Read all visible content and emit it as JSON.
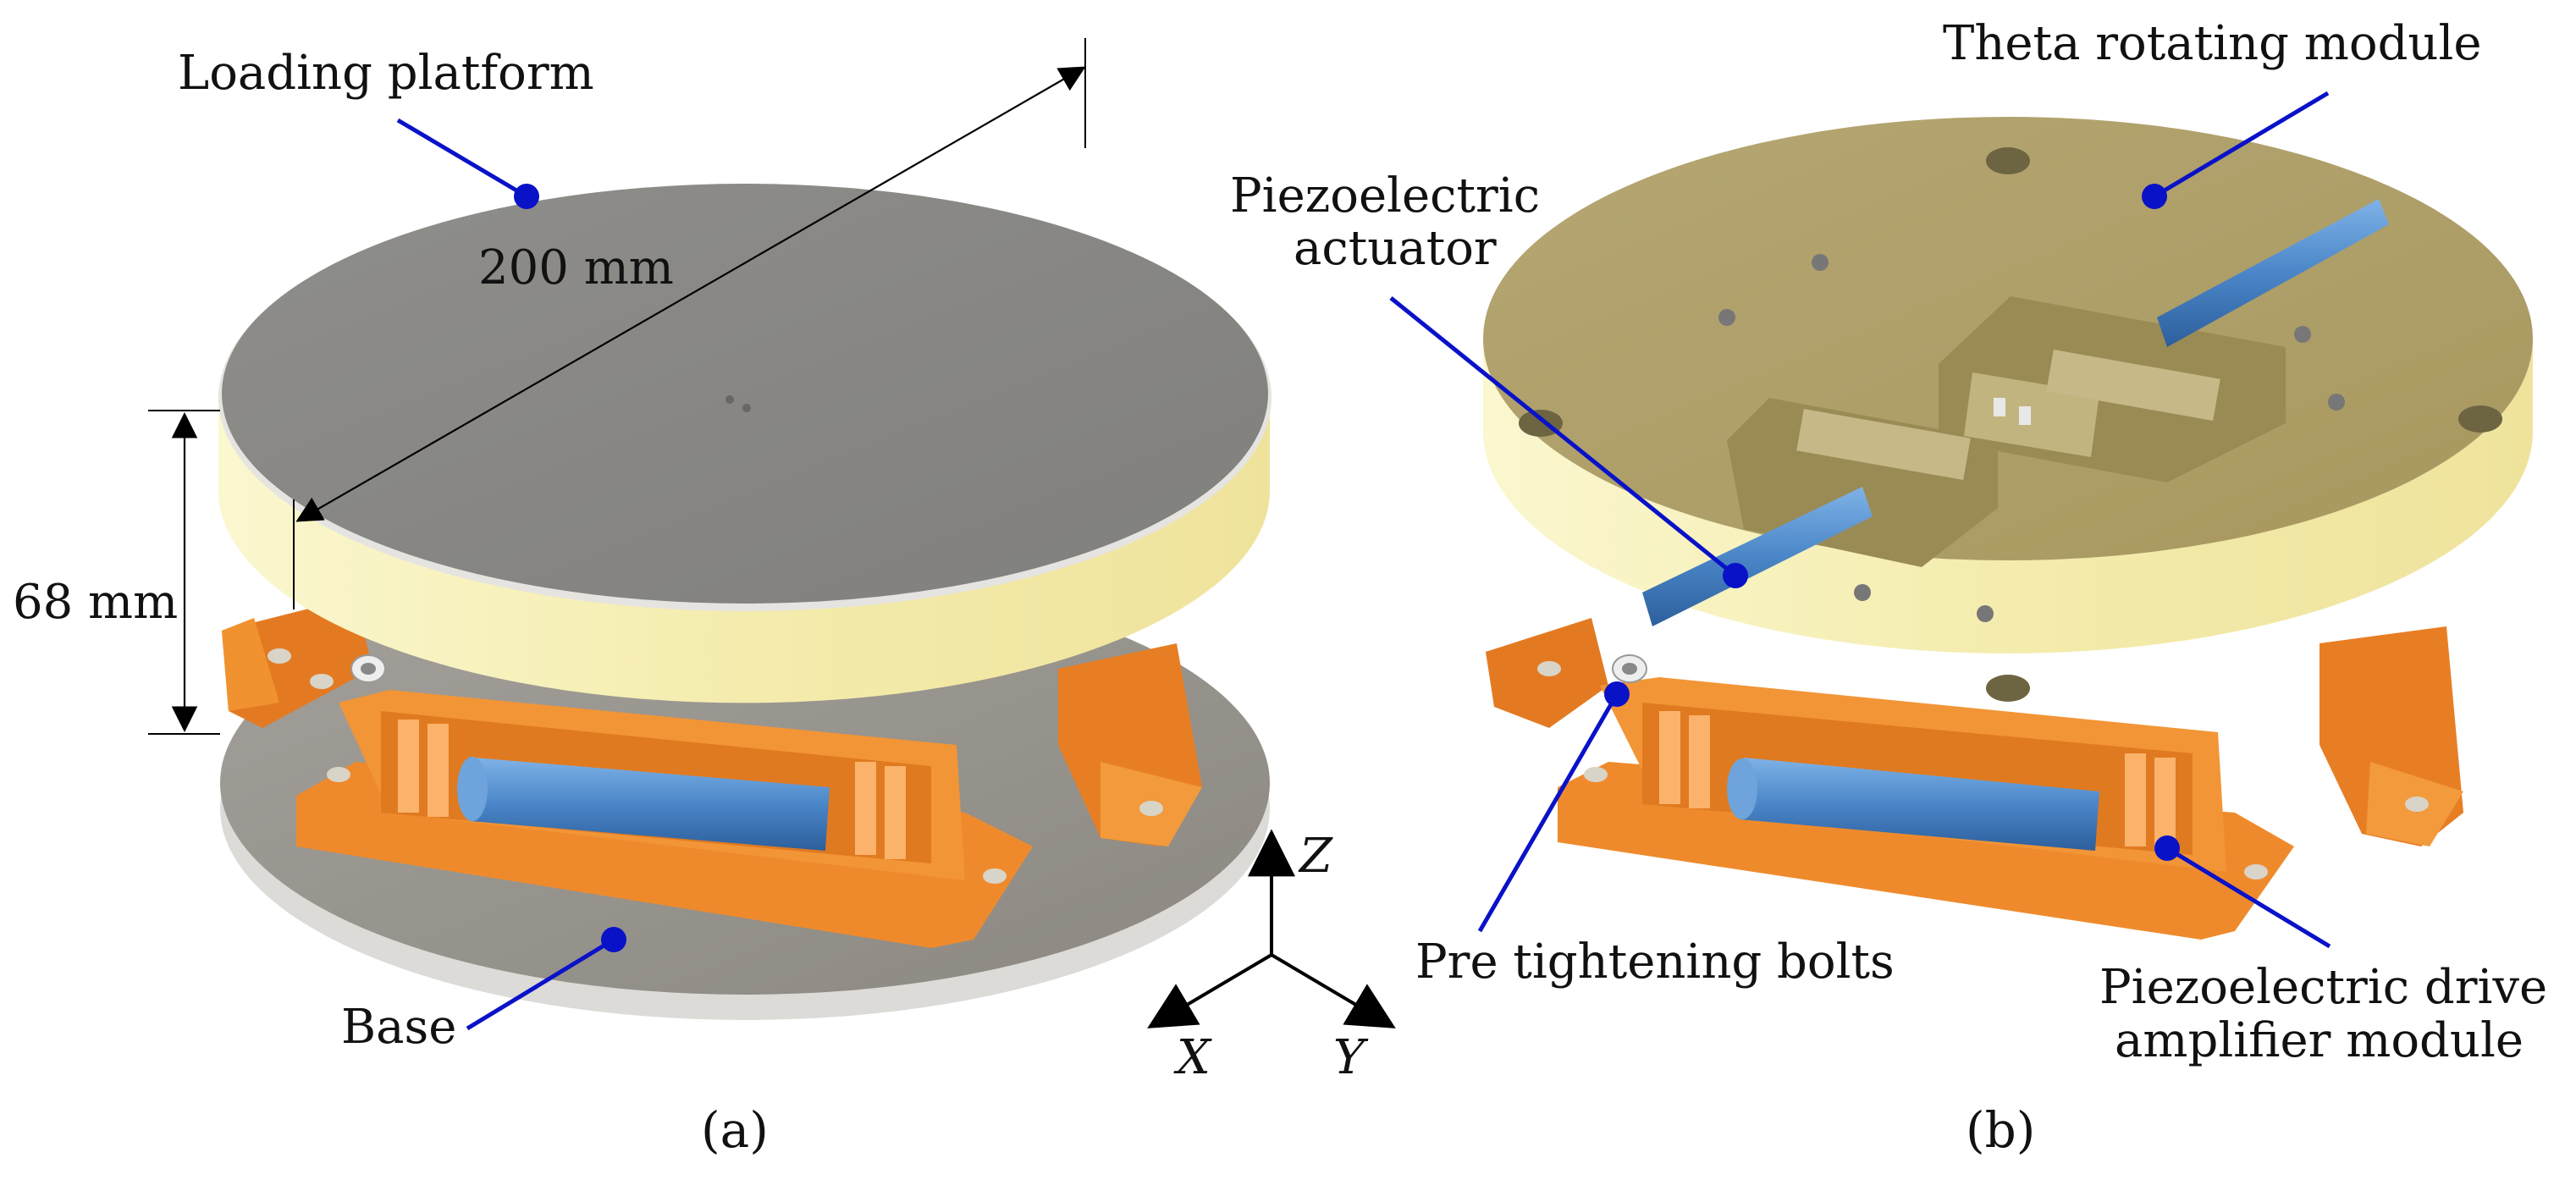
{
  "figure": {
    "panel_a": {
      "caption": "(a)",
      "labels": {
        "loading_platform": "Loading platform",
        "base": "Base"
      },
      "dimensions": {
        "diameter": "200 mm",
        "height": "68 mm"
      }
    },
    "panel_b": {
      "caption": "(b)",
      "labels": {
        "theta_module_label": "Theta rotating module",
        "actuator_line1": "Piezoelectric",
        "actuator_line2": "actuator",
        "bolts": "Pre tightening bolts",
        "amplifier_line1": "Piezoelectric drive",
        "amplifier_line2": "amplifier module"
      }
    },
    "axes": {
      "z": "Z",
      "x": "X",
      "y": "Y"
    },
    "colors": {
      "leader": "#0a12c8",
      "platform_top": "#8b8a87",
      "platform_rim": "#f6f0b4",
      "base": "#c9c8c4",
      "orange": "#f0862a",
      "actuator_blue": "#4a86c8",
      "theta_top": "#b0a06c"
    }
  }
}
